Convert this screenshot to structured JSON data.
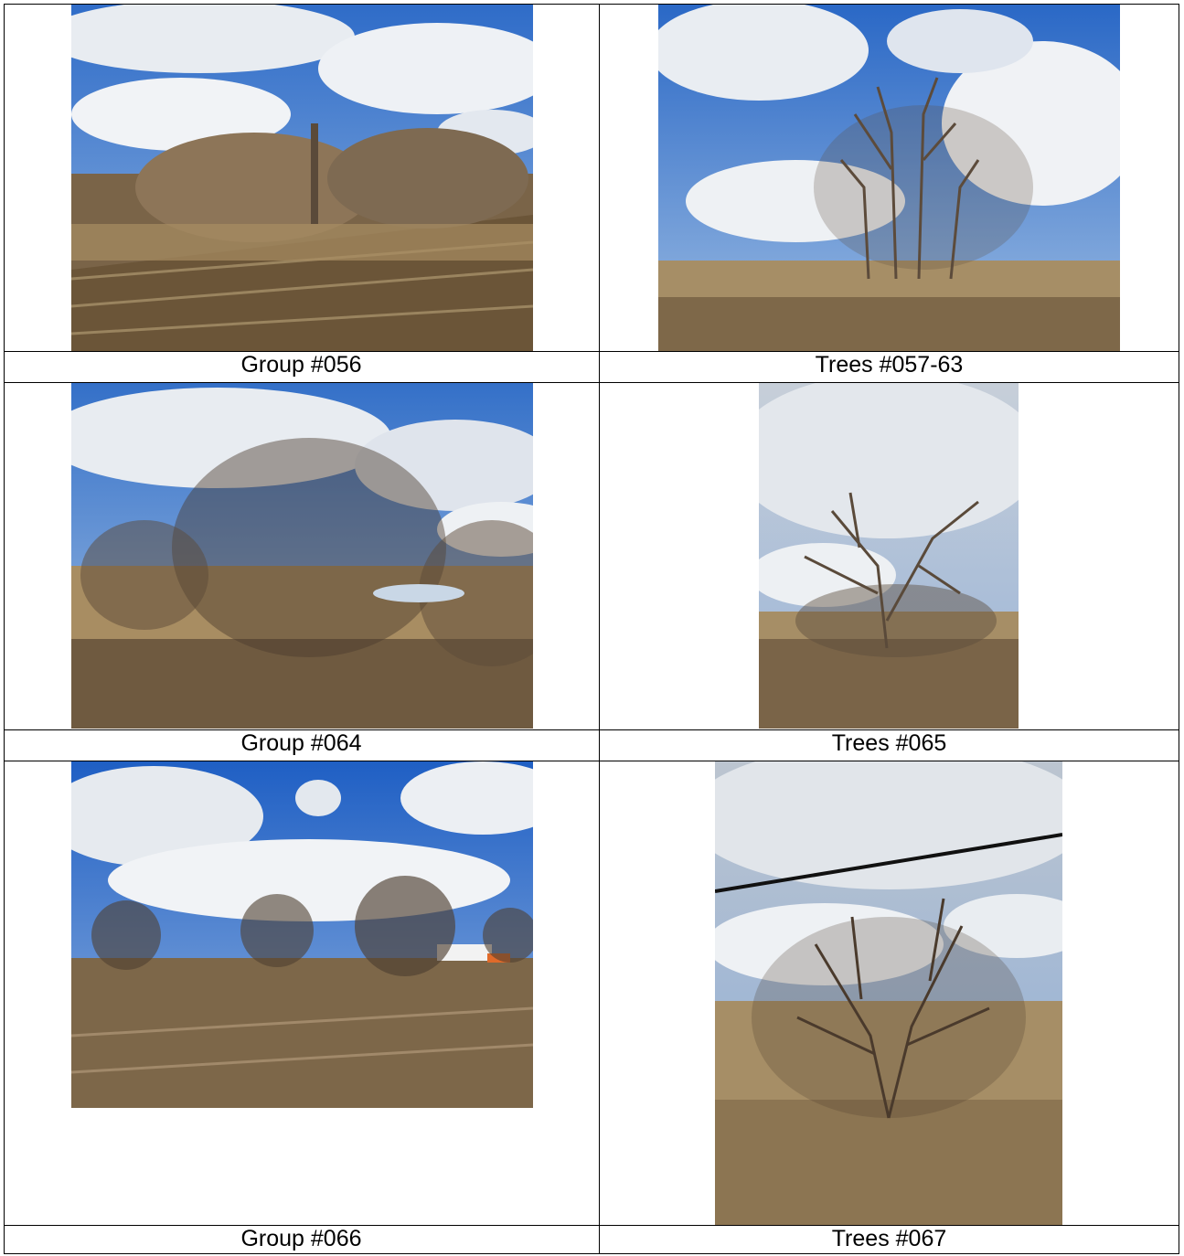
{
  "rows": [
    {
      "left": {
        "caption": "Group #056",
        "photo": "photo-group-056"
      },
      "right": {
        "caption": "Trees #057-63",
        "photo": "photo-trees-057-63"
      }
    },
    {
      "left": {
        "caption": "Group #064",
        "photo": "photo-group-064"
      },
      "right": {
        "caption": "Trees #065",
        "photo": "photo-trees-065"
      }
    },
    {
      "left": {
        "caption": "Group #066",
        "photo": "photo-group-066"
      },
      "right": {
        "caption": "Trees #067",
        "photo": "photo-trees-067"
      }
    }
  ],
  "colors": {
    "sky": "#3b78d0",
    "cloud": "#e9edf2",
    "field": "#7a6448",
    "grass": "#a88d62",
    "branches": "#4a3a2c"
  }
}
